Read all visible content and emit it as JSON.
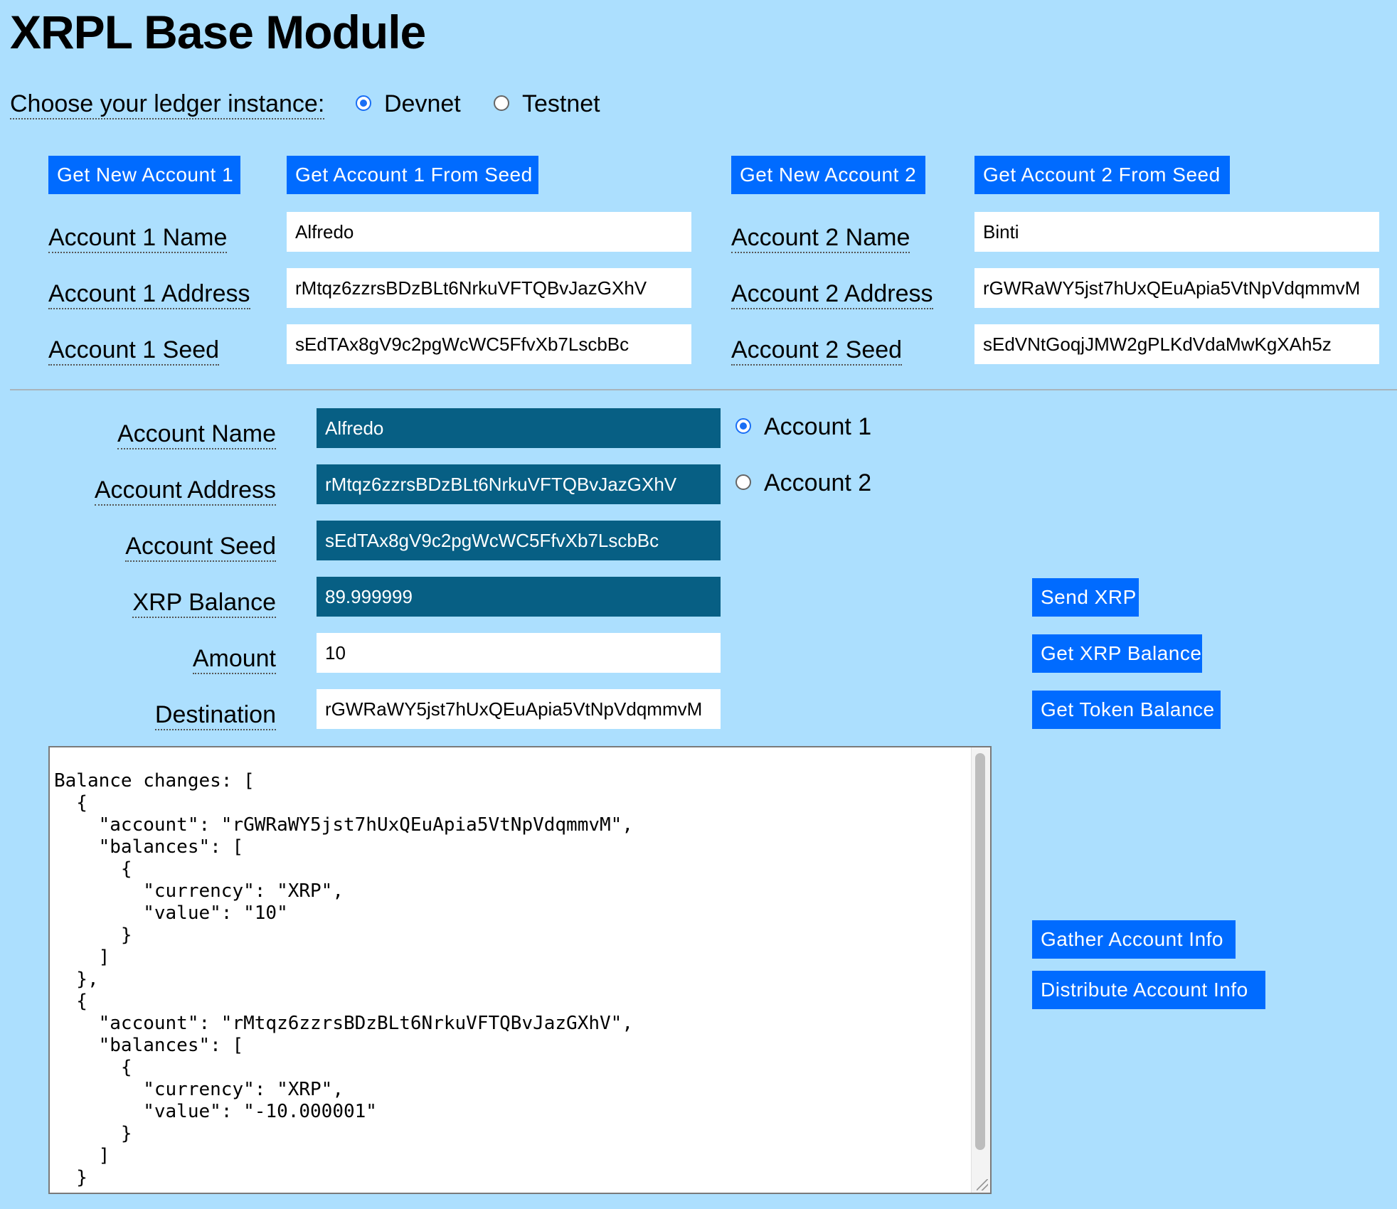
{
  "page": {
    "title": "XRPL Base Module"
  },
  "ledger": {
    "label": "Choose your ledger instance:",
    "options": [
      {
        "label": "Devnet",
        "checked": true
      },
      {
        "label": "Testnet",
        "checked": false
      }
    ]
  },
  "buttons": {
    "get_new_account_1": "Get New Account 1",
    "get_account_1_from_seed": "Get Account 1 From Seed",
    "get_new_account_2": "Get New Account 2",
    "get_account_2_from_seed": "Get Account 2 From Seed",
    "send_xrp": "Send XRP",
    "get_xrp_balance": "Get XRP Balance",
    "get_token_balance": "Get Token Balance",
    "gather_account_info": "Gather Account Info",
    "distribute_account_info": "Distribute Account Info"
  },
  "account1": {
    "name_label": "Account 1 Name",
    "address_label": "Account 1 Address",
    "seed_label": "Account 1 Seed",
    "name": "Alfredo",
    "address": "rMtqz6zzrsBDzBLt6NrkuVFTQBvJazGXhV",
    "seed": "sEdTAx8gV9c2pgWcWC5FfvXb7LscbBc"
  },
  "account2": {
    "name_label": "Account 2 Name",
    "address_label": "Account 2 Address",
    "seed_label": "Account 2 Seed",
    "name": "Binti",
    "address": "rGWRaWY5jst7hUxQEuApia5VtNpVdqmmvM",
    "seed": "sEdVNtGoqjJMW2gPLKdVdaMwKgXAh5z"
  },
  "current": {
    "name_label": "Account Name",
    "address_label": "Account Address",
    "seed_label": "Account Seed",
    "balance_label": "XRP Balance",
    "amount_label": "Amount",
    "destination_label": "Destination",
    "name": "Alfredo",
    "address": "rMtqz6zzrsBDzBLt6NrkuVFTQBvJazGXhV",
    "seed": "sEdTAx8gV9c2pgWcWC5FfvXb7LscbBc",
    "balance": "89.999999",
    "amount": "10",
    "destination": "rGWRaWY5jst7hUxQEuApia5VtNpVdqmmvM",
    "account_options": [
      {
        "label": "Account 1",
        "checked": true
      },
      {
        "label": "Account 2",
        "checked": false
      }
    ]
  },
  "results": {
    "text": "Balance changes: [\n  {\n    \"account\": \"rGWRaWY5jst7hUxQEuApia5VtNpVdqmmvM\",\n    \"balances\": [\n      {\n        \"currency\": \"XRP\",\n        \"value\": \"10\"\n      }\n    ]\n  },\n  {\n    \"account\": \"rMtqz6zzrsBDzBLt6NrkuVFTQBvJazGXhV\",\n    \"balances\": [\n      {\n        \"currency\": \"XRP\",\n        \"value\": \"-10.000001\"\n      }\n    ]\n  }"
  },
  "colors": {
    "background": "#acdffe",
    "button": "#006bff",
    "readonly_field": "#075f84"
  }
}
